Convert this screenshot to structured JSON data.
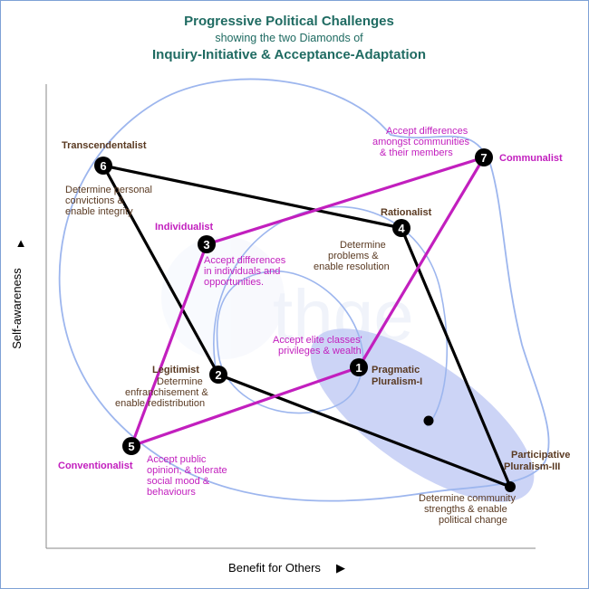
{
  "header": {
    "title": "Progressive Political Challenges",
    "subtitle": "showing the two Diamonds of",
    "subtitle2": "Inquiry-Initiative & Acceptance-Adaptation"
  },
  "axes": {
    "y_label": "Self-awareness",
    "x_label": "Benefit for Others",
    "arrow_glyph": "▲",
    "arrow_right_glyph": "▶"
  },
  "nodes": [
    {
      "num": "1",
      "name": "Pragmatic",
      "name2": "Pluralism-I"
    },
    {
      "num": "2",
      "name": "Legitimist"
    },
    {
      "num": "3",
      "name": "Individualist"
    },
    {
      "num": "4",
      "name": "Rationalist"
    },
    {
      "num": "5",
      "name": "Conventionalist"
    },
    {
      "num": "6",
      "name": "Transcendentalist"
    },
    {
      "num": "7",
      "name": "Communalist"
    },
    {
      "name": "Participative",
      "name2": "Pluralism-III"
    }
  ],
  "notes": {
    "n6": [
      "Determine personal",
      "convictions &",
      "enable integrity"
    ],
    "n3": [
      "Accept differences",
      "in individuals and",
      "opportunities."
    ],
    "n4": [
      "Determine",
      "problems &",
      "enable resolution"
    ],
    "n7": [
      "Accept differences",
      "amongst communities",
      "& their members"
    ],
    "n1": [
      "Accept elite classes'",
      "privileges & wealth"
    ],
    "n2": [
      "Determine",
      "enfranchisement &",
      "enable redistribution"
    ],
    "n5": [
      "Accept public",
      "opinion, & tolerate",
      "social mood &",
      "behaviours"
    ],
    "n8": [
      "Determine community",
      "strengths & enable",
      "political change"
    ]
  },
  "watermark": "thge",
  "colors": {
    "title": "#1f6b62",
    "black_line": "#000000",
    "magenta": "#c21fbe",
    "brown": "#5a3a22",
    "blue_curve": "#9db6ee",
    "ellipse_fill": "#c3cdf4",
    "axis": "#888888"
  }
}
